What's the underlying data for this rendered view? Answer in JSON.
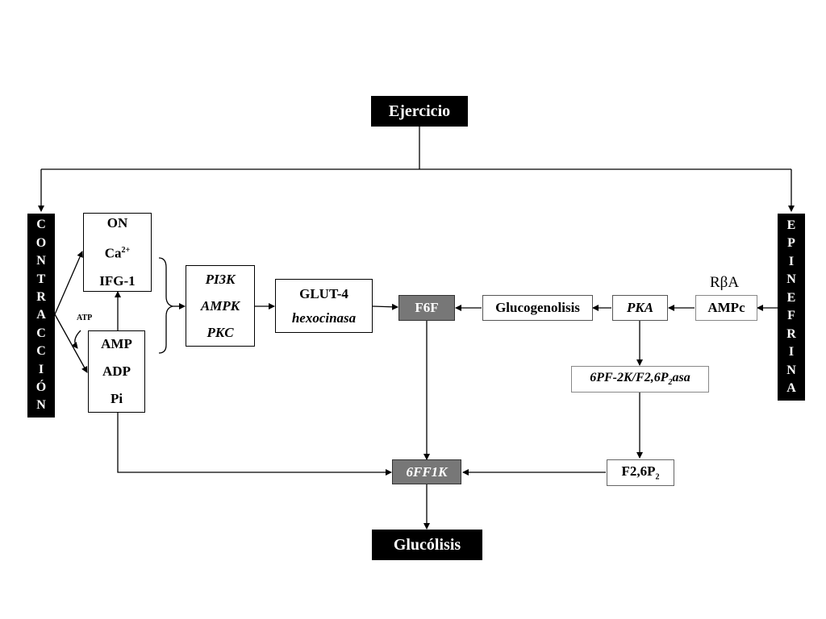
{
  "nodes": {
    "ejercicio": "Ejercicio",
    "contraccion_letters": [
      "C",
      "O",
      "N",
      "T",
      "R",
      "A",
      "C",
      "C",
      "I",
      "Ó",
      "N"
    ],
    "epinefrina_letters": [
      "E",
      "P",
      "I",
      "N",
      "E",
      "F",
      "R",
      "I",
      "N",
      "A"
    ],
    "on": "ON",
    "ca": "Ca",
    "ca_sup": "2+",
    "ifg": "IFG-1",
    "amp": "AMP",
    "adp": "ADP",
    "pi": "Pi",
    "atp": "ATP",
    "pi3k": "PI3K",
    "ampk": "AMPK",
    "pkc": "PKC",
    "glut4": "GLUT-4",
    "hexocinasa": "hexocinasa",
    "f6f": "F6F",
    "glucogenolisis": "Glucogenolisis",
    "pka": "PKA",
    "rba": "RβA",
    "ampc": "AMPc",
    "pf2k_a": "6PF-2K/F2,6P",
    "pf2k_sub": "2",
    "pf2k_b": "asa",
    "f26p": "F2,6P",
    "f26p_sub": "2",
    "ff1k": "6FF1K",
    "glucolisis": "Glucólisis"
  },
  "colors": {
    "dark_box": "#000000",
    "grey_box": "#777777",
    "line": "#000000"
  }
}
